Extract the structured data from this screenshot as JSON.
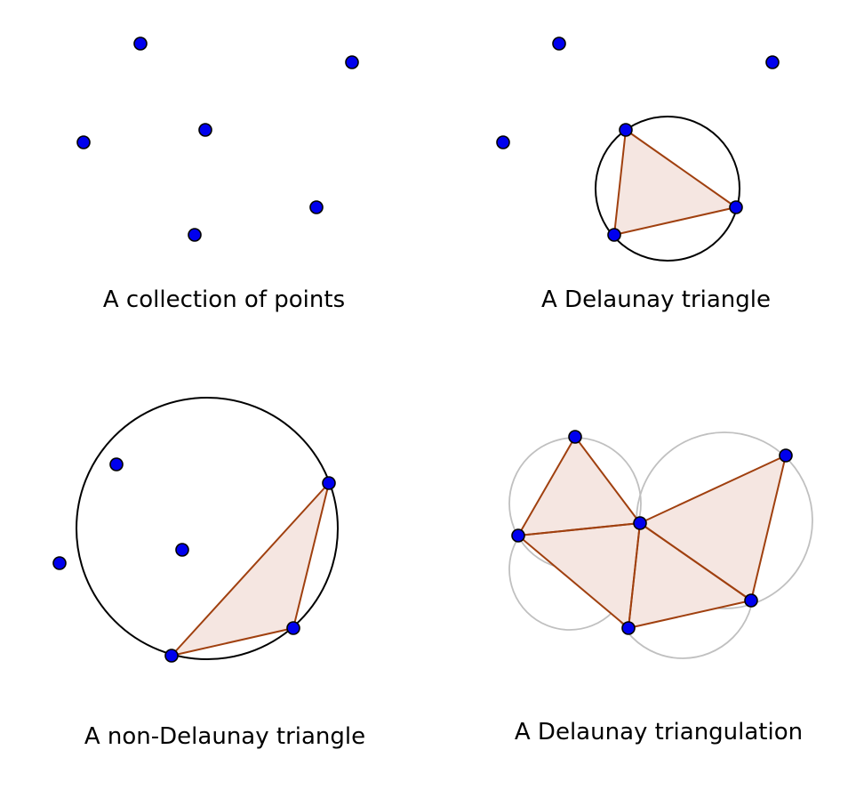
{
  "colors": {
    "point_fill": "#0000ee",
    "point_stroke": "#000000",
    "edge": "#a0400f",
    "triangle_fill": "#f5e6e1",
    "circle_dark": "#000000",
    "circle_light": "#c0c0c0",
    "background": "#ffffff"
  },
  "panels": [
    {
      "caption": "A collection of points"
    },
    {
      "caption": "A Delaunay triangle"
    },
    {
      "caption": "A non-Delaunay triangle"
    },
    {
      "caption": "A Delaunay triangulation"
    }
  ]
}
